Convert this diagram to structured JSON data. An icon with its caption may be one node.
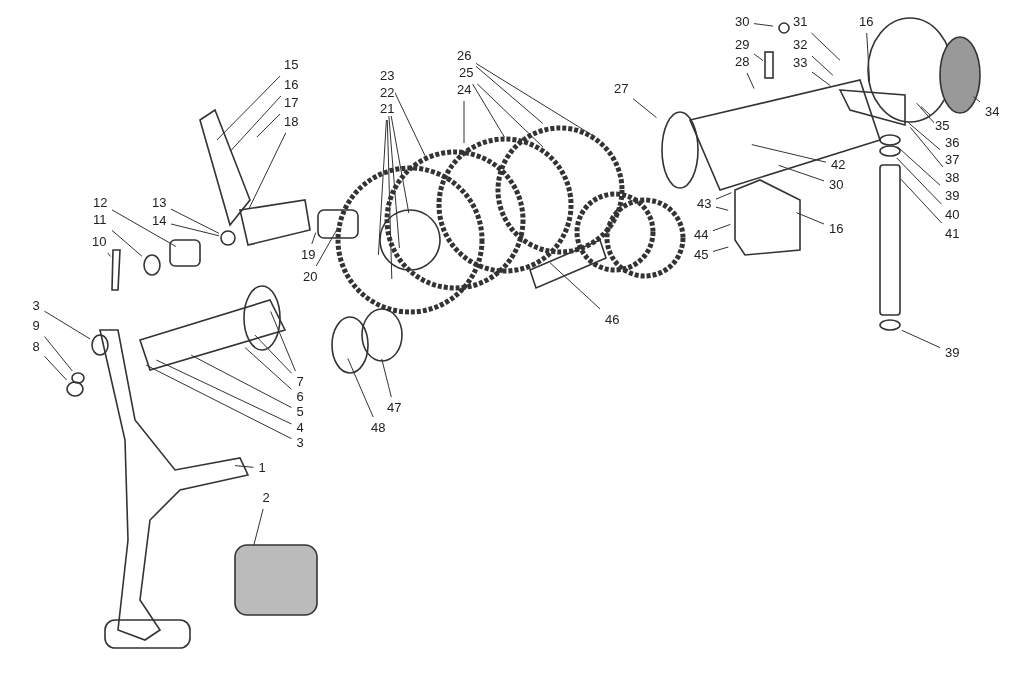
{
  "diagram": {
    "nodes": [
      {
        "text": [
          "1"
        ]
      },
      {
        "text": [
          "2"
        ]
      },
      {
        "text": [
          "3"
        ]
      },
      {
        "text": [
          "9"
        ]
      },
      {
        "text": [
          "8"
        ]
      },
      {
        "text": [
          "10"
        ]
      },
      {
        "text": [
          "11"
        ]
      },
      {
        "text": [
          "12"
        ]
      },
      {
        "text": [
          "13"
        ]
      },
      {
        "text": [
          "14"
        ]
      },
      {
        "text": [
          "15"
        ]
      },
      {
        "text": [
          "16"
        ]
      },
      {
        "text": [
          "17"
        ]
      },
      {
        "text": [
          "18"
        ]
      },
      {
        "text": [
          "19"
        ]
      },
      {
        "text": [
          "20"
        ]
      },
      {
        "text": [
          "7"
        ]
      },
      {
        "text": [
          "6"
        ]
      },
      {
        "text": [
          "5"
        ]
      },
      {
        "text": [
          "4"
        ]
      },
      {
        "text": [
          "3"
        ]
      },
      {
        "text": [
          "21"
        ]
      },
      {
        "text": [
          "22"
        ]
      },
      {
        "text": [
          "23"
        ]
      },
      {
        "text": [
          "24"
        ]
      },
      {
        "text": [
          "25"
        ]
      },
      {
        "text": [
          "26"
        ]
      },
      {
        "text": [
          "27"
        ]
      },
      {
        "text": [
          "28"
        ]
      },
      {
        "text": [
          "29"
        ]
      },
      {
        "text": [
          "30"
        ]
      },
      {
        "text": [
          "31"
        ]
      },
      {
        "text": [
          "32"
        ]
      },
      {
        "text": [
          "33"
        ]
      },
      {
        "text": [
          "16"
        ]
      },
      {
        "text": [
          "34"
        ]
      },
      {
        "text": [
          "35"
        ]
      },
      {
        "text": [
          "36"
        ]
      },
      {
        "text": [
          "37"
        ]
      },
      {
        "text": [
          "38"
        ]
      },
      {
        "text": [
          "39"
        ]
      },
      {
        "text": [
          "40"
        ]
      },
      {
        "text": [
          "41"
        ]
      },
      {
        "text": [
          "42"
        ]
      },
      {
        "text": [
          "30"
        ]
      },
      {
        "text": [
          "16"
        ]
      },
      {
        "text": [
          "43"
        ]
      },
      {
        "text": [
          "44"
        ]
      },
      {
        "text": [
          "45"
        ]
      },
      {
        "text": [
          "46"
        ]
      },
      {
        "text": [
          "47"
        ]
      },
      {
        "text": [
          "48"
        ]
      },
      {
        "text": [
          "39"
        ]
      },
      {
        "text": [],
        "shape": "circle"
      },
      {
        "text": [],
        "shape": "circle"
      },
      {
        "text": [],
        "shape": "circle"
      },
      {
        "text": [],
        "shape": "circle"
      },
      {
        "text": [],
        "shape": "circle"
      },
      {
        "text": [],
        "shape": "bar"
      },
      {
        "text": [],
        "shape": "circle"
      },
      {
        "text": [],
        "shape": "circle"
      },
      {
        "text": [],
        "shape": "circle"
      }
    ],
    "edges": [
      {
        "from": 0,
        "to": null,
        "arrow": "none"
      },
      {
        "from": 1,
        "to": null,
        "arrow": "none"
      },
      {
        "from": 2,
        "to": 53,
        "arrow": "none"
      },
      {
        "from": 3,
        "to": 54,
        "arrow": "none"
      },
      {
        "from": 4,
        "to": 55,
        "arrow": "none"
      },
      {
        "from": 5,
        "to": null,
        "arrow": "none"
      },
      {
        "from": 6,
        "to": 56,
        "arrow": "none"
      },
      {
        "from": 7,
        "to": null,
        "arrow": "none"
      },
      {
        "from": 8,
        "to": 57,
        "arrow": "none"
      },
      {
        "from": 9,
        "to": 57,
        "arrow": "none"
      },
      {
        "from": 10,
        "to": null,
        "arrow": "none"
      },
      {
        "from": 11,
        "to": null,
        "arrow": "none"
      },
      {
        "from": 12,
        "to": null,
        "arrow": "none"
      },
      {
        "from": 13,
        "to": null,
        "arrow": "none"
      },
      {
        "from": 14,
        "to": null,
        "arrow": "none"
      },
      {
        "from": 15,
        "to": null,
        "arrow": "none"
      },
      {
        "from": 16,
        "to": null,
        "arrow": "none"
      },
      {
        "from": 16,
        "to": null,
        "arrow": "none"
      },
      {
        "from": 17,
        "to": null,
        "arrow": "none"
      },
      {
        "from": 18,
        "to": null,
        "arrow": "none"
      },
      {
        "from": 19,
        "to": null,
        "arrow": "none"
      },
      {
        "from": 20,
        "to": null,
        "arrow": "none"
      },
      {
        "from": 21,
        "to": null,
        "arrow": "none"
      },
      {
        "from": 21,
        "to": null,
        "arrow": "none"
      },
      {
        "from": 22,
        "to": null,
        "arrow": "none"
      },
      {
        "from": 22,
        "to": null,
        "arrow": "none"
      },
      {
        "from": 23,
        "to": null,
        "arrow": "none"
      },
      {
        "from": 24,
        "to": null,
        "arrow": "none"
      },
      {
        "from": 25,
        "to": null,
        "arrow": "none"
      },
      {
        "from": 25,
        "to": null,
        "arrow": "none"
      },
      {
        "from": 26,
        "to": null,
        "arrow": "none"
      },
      {
        "from": 26,
        "to": null,
        "arrow": "none"
      },
      {
        "from": 27,
        "to": null,
        "arrow": "none"
      },
      {
        "from": 28,
        "to": null,
        "arrow": "none"
      },
      {
        "from": 29,
        "to": 58,
        "arrow": "none"
      },
      {
        "from": 30,
        "to": null,
        "arrow": "none"
      },
      {
        "from": 31,
        "to": null,
        "arrow": "none"
      },
      {
        "from": 32,
        "to": null,
        "arrow": "none"
      },
      {
        "from": 33,
        "to": null,
        "arrow": "none"
      },
      {
        "from": 34,
        "to": null,
        "arrow": "none"
      },
      {
        "from": 35,
        "to": null,
        "arrow": "none"
      },
      {
        "from": 36,
        "to": null,
        "arrow": "none"
      },
      {
        "from": 37,
        "to": null,
        "arrow": "none"
      },
      {
        "from": 38,
        "to": null,
        "arrow": "none"
      },
      {
        "from": 39,
        "to": null,
        "arrow": "none"
      },
      {
        "from": 40,
        "to": 59,
        "arrow": "none"
      },
      {
        "from": 41,
        "to": 60,
        "arrow": "none"
      },
      {
        "from": 42,
        "to": null,
        "arrow": "none"
      },
      {
        "from": 43,
        "to": null,
        "arrow": "none"
      },
      {
        "from": 44,
        "to": null,
        "arrow": "none"
      },
      {
        "from": 45,
        "to": null,
        "arrow": "none"
      },
      {
        "from": 46,
        "to": null,
        "arrow": "none"
      },
      {
        "from": 46,
        "to": null,
        "arrow": "none"
      },
      {
        "from": 47,
        "to": null,
        "arrow": "none"
      },
      {
        "from": 48,
        "to": null,
        "arrow": "none"
      },
      {
        "from": 49,
        "to": null,
        "arrow": "none"
      },
      {
        "from": 50,
        "to": null,
        "arrow": "none"
      },
      {
        "from": 51,
        "to": null,
        "arrow": "none"
      },
      {
        "from": 52,
        "to": 61,
        "arrow": "none"
      }
    ]
  }
}
